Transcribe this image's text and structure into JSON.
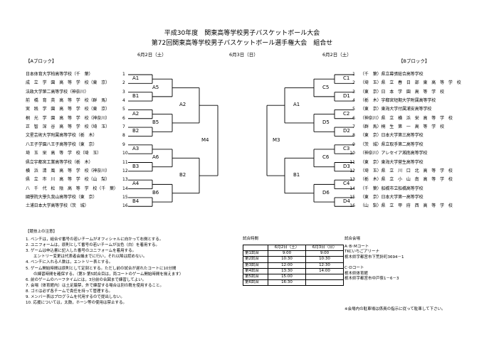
{
  "title": {
    "line1": "平成30年度　関東高等学校男子バスケットボール大会",
    "line2": "第72回関東高等学校男子バスケットボール選手権大会　組合せ"
  },
  "headers": {
    "a_block": "【Aブロック】",
    "b_block": "【Bブロック】",
    "day1_left": "6月2日（土）",
    "day2": "6月3日（日）",
    "day1_right": "6月2日（土）"
  },
  "a_teams": [
    "日本体育大学柏高等学校（千　葉）",
    "成　立　学　園　高　等　学　校（東　京）",
    "法政大学第二高等学校（神奈川）",
    "前　橋　育　英　高　等　学　校（群　馬）",
    "実　践　学　園　高　等　学　校（東　京）",
    "桐　光　学　園　高　等　学　校（神奈川）",
    "正　智　深　谷　高　等　学　校（埼　玉）",
    "文星芸術大学附属高等学校（栃　木）",
    "八王子学園八王子高等学校（東　京）",
    "埼　玉　栄　高　等　学　校（埼　玉）",
    "県立宇都宮工業高等学校（栃　木）",
    "横　浜　清　風　高　等　学　校（神奈川）",
    "県　立　市　川　高　等　学　校（山　梨）",
    "八　千　代　松　陰　高　等　学　校（千　葉）",
    "國學院大學久我山高等学校（東　京）",
    "土浦日本大学高等学校（茨　城）"
  ],
  "b_teams": [
    "（千　葉）県立幕張総合高等学校",
    "（埼　玉）県　立　春　日　部　東　高　等　学　校",
    "（東　京）日　本　学　園　高　等　学　校",
    "（栃　木）宇都宮短期大学附属高等学校",
    "（東　京）東海大学付属浦安高等学校",
    "（神奈川）県　立　横　浜　栄　高　等　学　校",
    "（群　馬）桐　生　第　一　高　等　学　校",
    "（東　京）日本大学第三高等学校",
    "（茨　城）県立取手第二高等学校",
    "（神奈川）アレセイア湘南高等学校",
    "（東　京）東海大学菅生高等学校",
    "（埼　玉）県　立　川　口　北　高　等　学　校",
    "（栃　木）県　立　小　山　南　高　等　学　校",
    "（千　葉）船橋市立船橋高等学校",
    "（東　京）日本大学第一高等学校",
    "（山　梨）県　立　甲　府　西　高　等　学　校"
  ],
  "a_numbers": [
    "1",
    "2",
    "3",
    "4",
    "5",
    "6",
    "7",
    "8",
    "9",
    "10",
    "11",
    "12",
    "13",
    "14",
    "15",
    "16"
  ],
  "b_numbers": [
    "1",
    "2",
    "3",
    "4",
    "5",
    "6",
    "7",
    "8",
    "9",
    "10",
    "11",
    "12",
    "13",
    "14",
    "15",
    "16"
  ],
  "games": {
    "a_r1": [
      "A1",
      "B1",
      "A2",
      "B2",
      "A3",
      "B3",
      "A4",
      "B4"
    ],
    "a_r2": [
      "A5",
      "B5",
      "A6",
      "B6"
    ],
    "a_r3": [
      "A2",
      "B2"
    ],
    "b_r1": [
      "C1",
      "D1",
      "C2",
      "D2",
      "C3",
      "D3",
      "C4",
      "D4"
    ],
    "b_r2": [
      "C5",
      "D5",
      "C6",
      "D6"
    ],
    "b_r3": [
      "A1",
      "B1"
    ],
    "semi_left": "M4",
    "semi_right": "M3"
  },
  "notes": {
    "heading": "【競技上の注意】",
    "items": [
      "1. ベンチは，組合せ番号の若いチームがオフィシャルに向かって右側とする。",
      "2. ユニフォームは，原則として番号の若いチームが淡色（白）を着用する。",
      "3. ゲームは申込書に記入した番号のユニフォームを着用する。",
      "　　エントリー変更は代表者会議までに行い，それ以降は認めない。",
      "4. ベンチに入れる人数は，エントリー表とする。",
      "5. ゲーム開始時間は原則として定刻とする。ただし前の試合が遅れたコートに10分間",
      "　　の練習時間を確保する。（第3･第5試合目は，両コートのゲーム開始時間を揃えます）",
      "6. 前のゲームのハーフタイムには，3分前の合図まで練習してよい。",
      "7. 会場（体育館内）は土足厳禁，外で練習する場合は別の靴を使用すること。",
      "8. ゴミは必ず各チームで責任を持って管理する。",
      "9. メンバー表はプログラムを代用するので提出しない。",
      "10. 応援については，太鼓，ホーン等の使用は禁止する。"
    ]
  },
  "schedule": {
    "heading": "試合時間",
    "columns": [
      "",
      "6月2日（土）",
      "6月3日（日）"
    ],
    "rows": [
      [
        "第1試合",
        "9:00",
        "9:00"
      ],
      [
        "第2試合",
        "10:30",
        "10:30"
      ],
      [
        "第3試合",
        "12:00",
        "12:30"
      ],
      [
        "第4試合",
        "13:30",
        "14:00"
      ],
      [
        "第5試合",
        "15:00",
        ""
      ],
      [
        "第6試合",
        "16:30",
        ""
      ]
    ]
  },
  "venue": {
    "heading": "試合会場",
    "lines": [
      "A･B･Mコート",
      "TKCいちごアリーナ",
      "栃木県宇都宮市下荒針町3694－1",
      "",
      "C･Dコート",
      "栃木県体育館",
      "栃木県宇都宮市中戸祭1－6－3"
    ],
    "footnote": "※会場内の駐車場は係員の指示に従って駐車して下さい。"
  }
}
